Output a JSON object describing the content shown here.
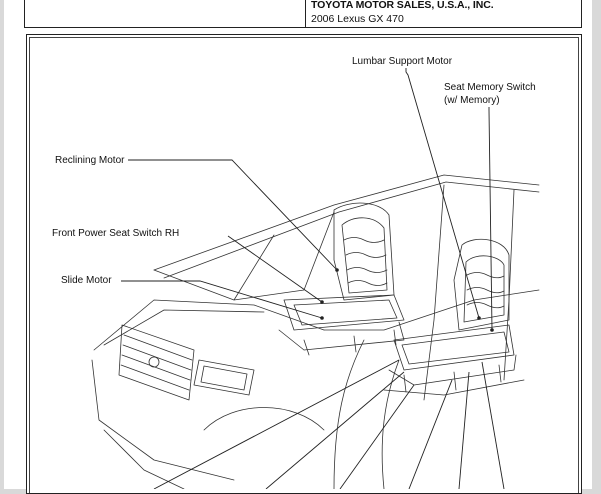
{
  "header": {
    "company": "TOYOTA MOTOR SALES, U.S.A., INC.",
    "model": "2006 Lexus GX 470"
  },
  "callouts": {
    "lumbar_support_motor": "Lumbar Support Motor",
    "seat_memory_switch_line1": "Seat Memory Switch",
    "seat_memory_switch_line2": "(w/ Memory)",
    "reclining_motor": "Reclining Motor",
    "front_power_seat_switch_rh": "Front Power Seat Switch RH",
    "slide_motor": "Slide Motor"
  }
}
